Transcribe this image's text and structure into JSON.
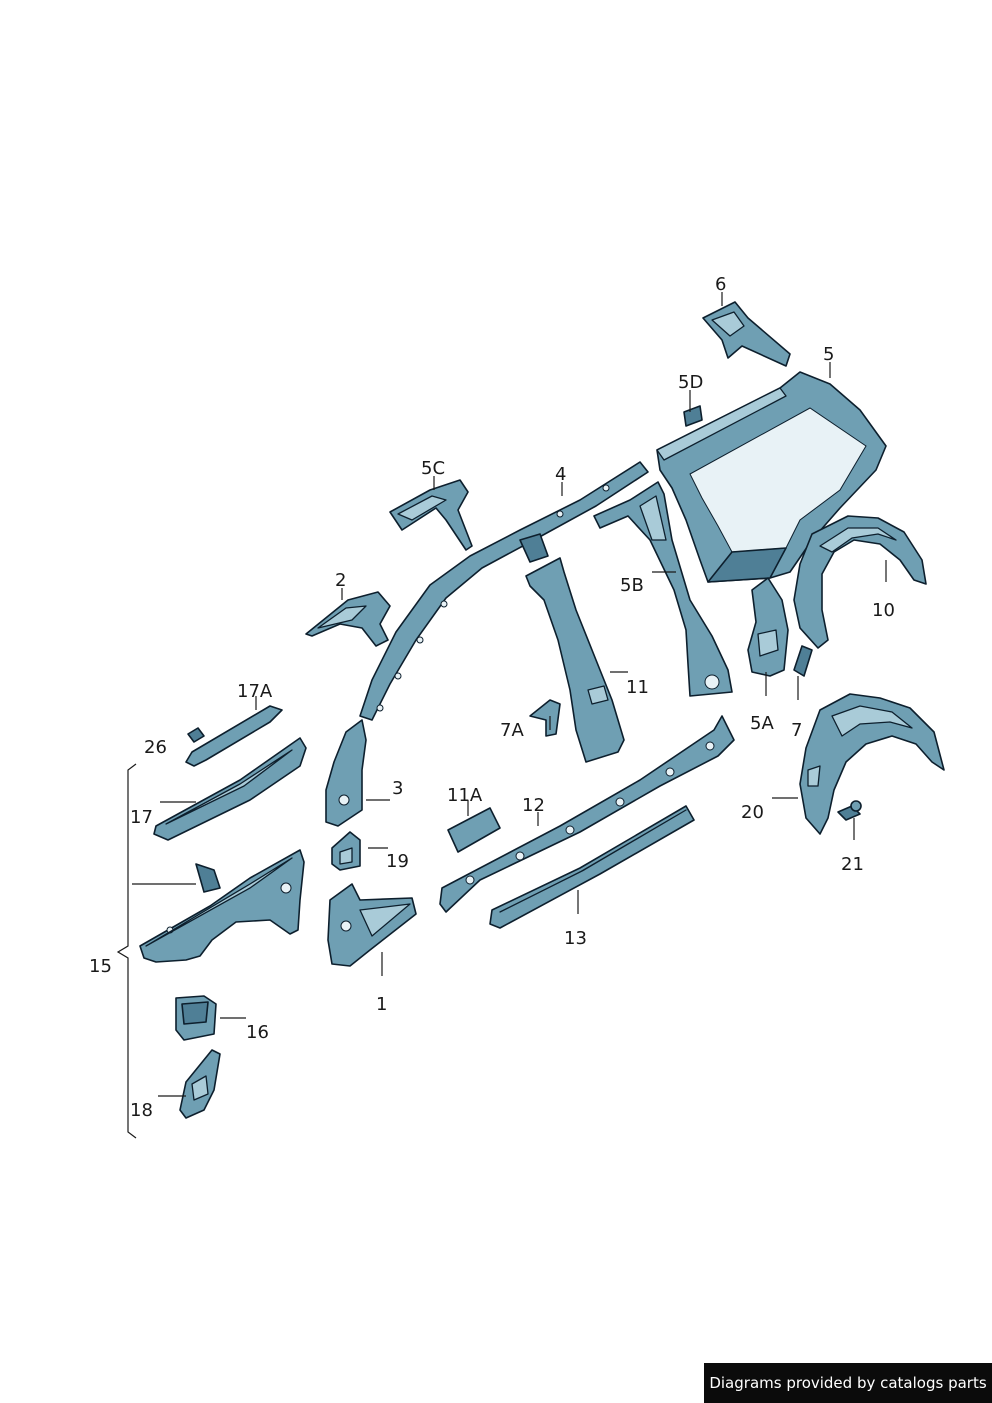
{
  "callouts": {
    "c1": "1",
    "c2": "2",
    "c3": "3",
    "c4": "4",
    "c5": "5",
    "c5A": "5A",
    "c5B": "5B",
    "c5C": "5C",
    "c5D": "5D",
    "c6": "6",
    "c7": "7",
    "c7A": "7A",
    "c10": "10",
    "c11": "11",
    "c11A": "11A",
    "c12": "12",
    "c13": "13",
    "c15": "15",
    "c16": "16",
    "c17": "17",
    "c17A": "17A",
    "c18": "18",
    "c19": "19",
    "c20": "20",
    "c21": "21",
    "c26": "26"
  },
  "watermark": "Diagrams provided by catalogs parts",
  "colors": {
    "part_fill": "#6f9fb3",
    "outline": "#0d1f2d",
    "watermark_bg": "#0b0b0b"
  }
}
